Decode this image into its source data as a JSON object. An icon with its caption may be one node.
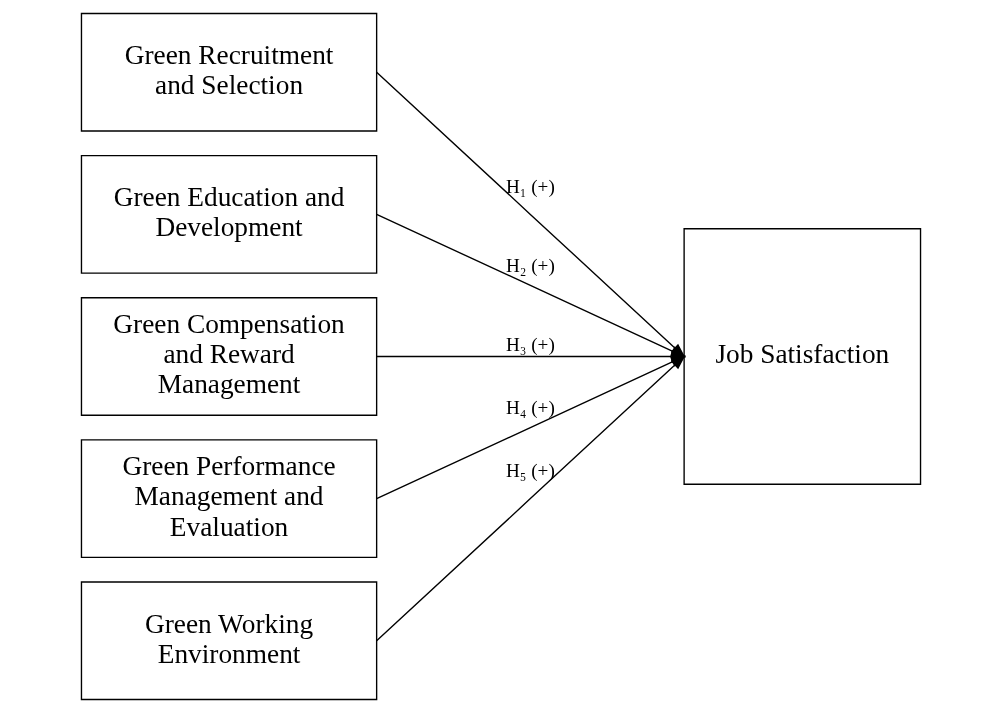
{
  "diagram": {
    "nodes": [
      {
        "text": [
          "Green Recruitment and Selection"
        ]
      },
      {
        "text": [
          "Green Education and Development"
        ]
      },
      {
        "text": [
          "Green Compensation and Reward Management"
        ]
      },
      {
        "text": [
          "Green Performance Management and Evaluation"
        ]
      },
      {
        "text": [
          "Green Working Environment"
        ]
      },
      {
        "text": [
          "Job Satisfaction"
        ]
      }
    ],
    "edges": [
      {
        "from": 0,
        "to": 5,
        "arrow": "to",
        "label": "H₁ (+)"
      },
      {
        "from": 1,
        "to": 5,
        "arrow": "to",
        "label": "H₂ (+)"
      },
      {
        "from": 2,
        "to": 5,
        "arrow": "to",
        "label": "H₃ (+)"
      },
      {
        "from": 3,
        "to": 5,
        "arrow": "to",
        "label": "H₄ (+)"
      },
      {
        "from": 4,
        "to": 5,
        "arrow": "to",
        "label": "H₅ (+)"
      }
    ]
  }
}
